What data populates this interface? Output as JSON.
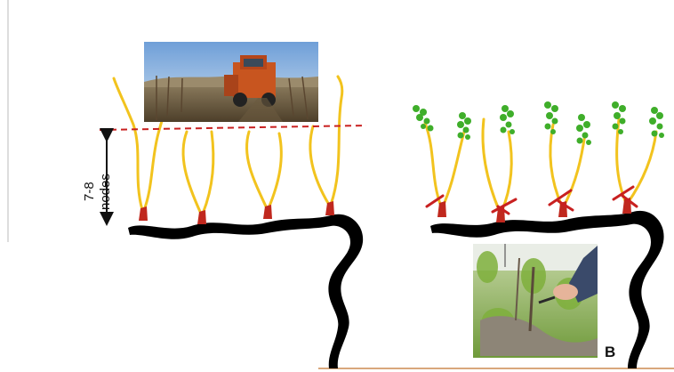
{
  "diagram": {
    "height_label_range": "7-8",
    "height_label_unit": "nodes",
    "panel_letter": "B"
  },
  "colors": {
    "trunk": "#000000",
    "cane": "#f2c31e",
    "spur": "#c0281e",
    "cut_line": "#c82020",
    "leaf": "#3fae2a",
    "ground": "#d9a77c",
    "arrow": "#111111"
  },
  "photos": {
    "machine_photo": "tractor-in-vineyard",
    "hand_photo": "hand-pruning-vine"
  }
}
